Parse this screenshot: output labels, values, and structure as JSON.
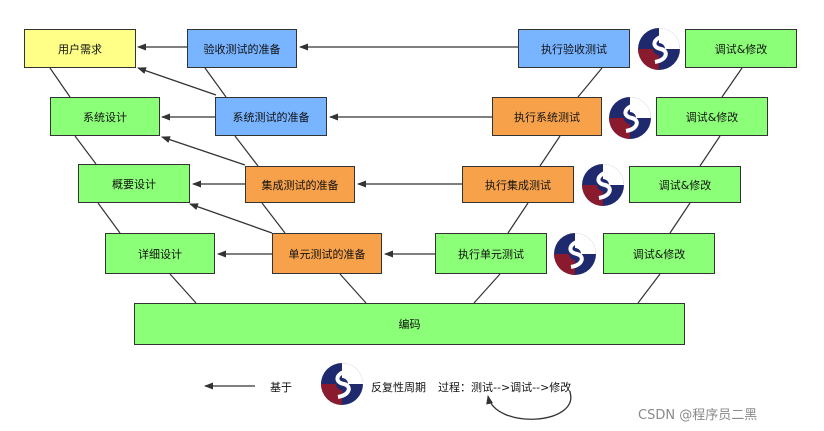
{
  "colors": {
    "requirement": "#ffff88",
    "design": "#8cff78",
    "test_prepare_blue": "#78b4ff",
    "test_orange": "#f7a24b",
    "icon_navy": "#1f2a6e",
    "icon_red": "#8a1a2e"
  },
  "design_side": {
    "requirements": "用户需求",
    "system_design": "系统设计",
    "outline_design": "概要设计",
    "detail_design": "详细设计"
  },
  "test_prepare": {
    "acceptance": "验收测试的准备",
    "system": "系统测试的准备",
    "integration": "集成测试的准备",
    "unit": "单元测试的准备"
  },
  "test_exec": {
    "acceptance": "执行验收测试",
    "system": "执行系统测试",
    "integration": "执行集成测试",
    "unit": "执行单元测试"
  },
  "debug": {
    "row1": "调试&修改",
    "row2": "调试&修改",
    "row3": "调试&修改",
    "row4": "调试&修改"
  },
  "coding": "编码",
  "legend": {
    "arrow_label": "基于",
    "cycle_label": "反复性周期",
    "process_label": "过程：测试-->调试-->修改"
  },
  "watermark": "CSDN @程序员二黑"
}
